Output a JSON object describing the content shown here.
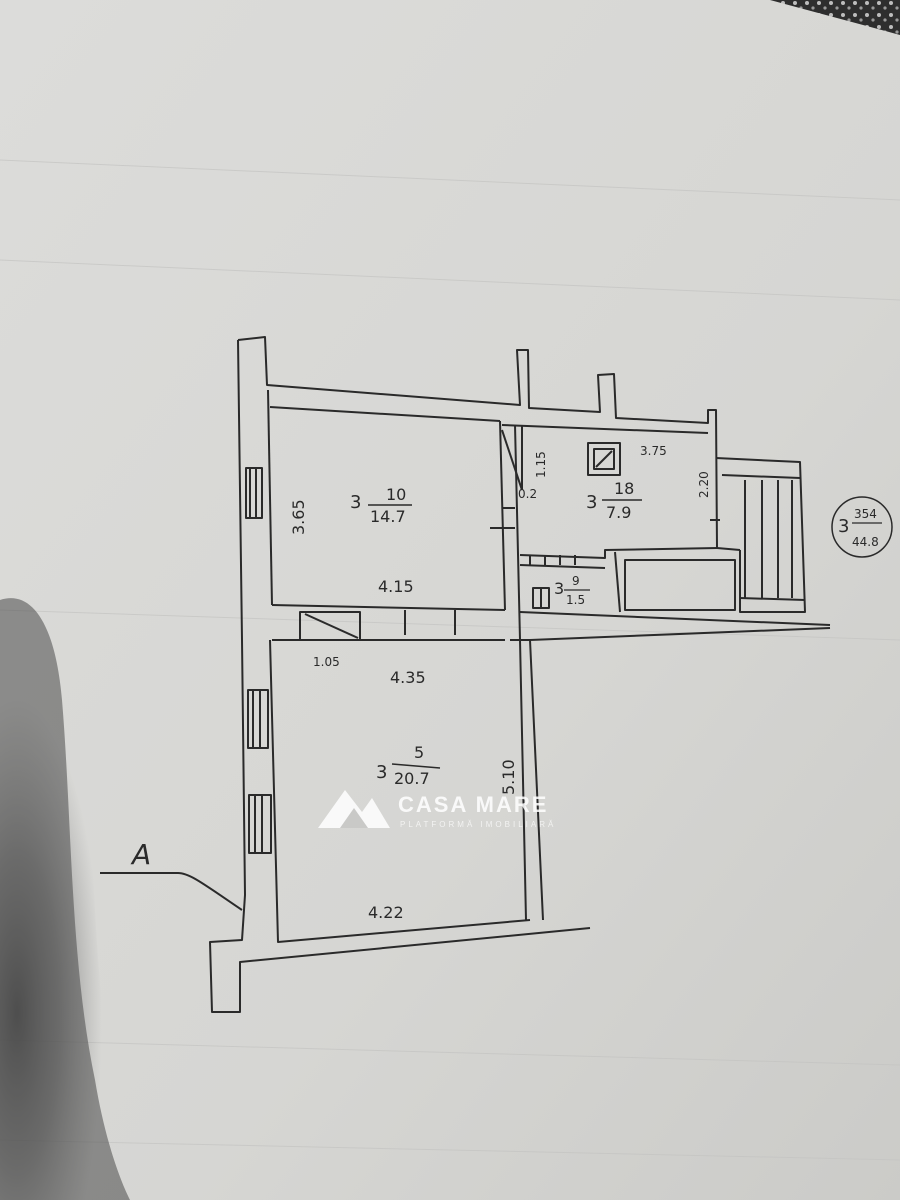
{
  "rooms": [
    {
      "id": "room-1",
      "floor": "3",
      "number": "10",
      "area": "14.7"
    },
    {
      "id": "room-2",
      "floor": "3",
      "number": "18",
      "area": "7.9"
    },
    {
      "id": "room-3",
      "floor": "3",
      "number": "9",
      "area": "1.5"
    },
    {
      "id": "room-4",
      "floor": "3",
      "number": "5",
      "area": "20.7"
    }
  ],
  "dimensions": {
    "room1_height": "3.65",
    "room1_width": "4.15",
    "kitchen_width": "3.75",
    "kitchen_height": "2.20",
    "door_a": "1.15",
    "door_b": "0.2",
    "door_c": "1.05",
    "room4_top": "4.35",
    "room4_height": "5.10",
    "room4_bottom": "4.22"
  },
  "summary": {
    "floor": "3",
    "number": "354",
    "area": "44.8"
  },
  "section_marker": "A",
  "watermark": {
    "brand": "CASA MARE",
    "tagline": "PLATFORMĂ IMOBILIARĂ"
  },
  "colors": {
    "paper": "#d9d9d6",
    "ink": "#2a2a2a",
    "background": "#cfcfcd"
  }
}
